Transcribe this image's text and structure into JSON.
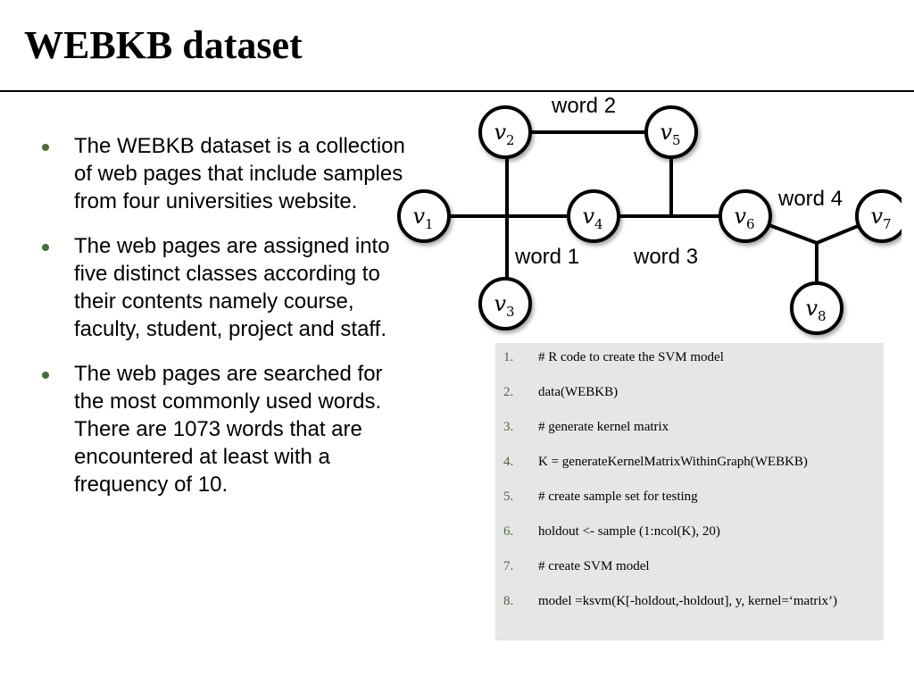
{
  "title": "WEBKB dataset",
  "bullets": [
    "The WEBKB dataset is a collection of web pages that include samples from four universities website.",
    "The web pages are assigned into five distinct classes according to their contents namely course, faculty, student, project and staff.",
    "The web pages are searched for the most commonly used words. There are 1073 words that are encountered at least with a frequency of 10."
  ],
  "graph": {
    "nodes": [
      {
        "id": "v1",
        "base": "v",
        "sub": "1"
      },
      {
        "id": "v2",
        "base": "v",
        "sub": "2"
      },
      {
        "id": "v3",
        "base": "v",
        "sub": "3"
      },
      {
        "id": "v4",
        "base": "v",
        "sub": "4"
      },
      {
        "id": "v5",
        "base": "v",
        "sub": "5"
      },
      {
        "id": "v6",
        "base": "v",
        "sub": "6"
      },
      {
        "id": "v7",
        "base": "v",
        "sub": "7"
      },
      {
        "id": "v8",
        "base": "v",
        "sub": "8"
      }
    ],
    "hyperedges": [
      {
        "label": "word 1",
        "nodes": [
          "v1",
          "v2",
          "v3",
          "v4"
        ]
      },
      {
        "label": "word 2",
        "nodes": [
          "v2",
          "v5"
        ]
      },
      {
        "label": "word 3",
        "nodes": [
          "v4",
          "v5",
          "v6"
        ]
      },
      {
        "label": "word 4",
        "nodes": [
          "v6",
          "v7",
          "v8"
        ]
      }
    ]
  },
  "code": [
    {
      "num": "1.",
      "text": "# R code to create the SVM model"
    },
    {
      "num": "2.",
      "text": "data(WEBKB)"
    },
    {
      "num": "3.",
      "text": "# generate kernel matrix"
    },
    {
      "num": "4.",
      "text": "K = generateKernelMatrixWithinGraph(WEBKB)"
    },
    {
      "num": "5.",
      "text": "# create sample set for testing"
    },
    {
      "num": "6.",
      "text": "holdout <- sample (1:ncol(K), 20)"
    },
    {
      "num": "7.",
      "text": "# create SVM model"
    },
    {
      "num": "8.",
      "text": "model =ksvm(K[-holdout,-holdout], y, kernel=‘matrix’)"
    }
  ],
  "colors": {
    "bullet": "#4a6b3a",
    "code_number": "#4a6b3a",
    "code_background": "#e6e6e6",
    "node_fill": "#ffffff",
    "edge": "#000000"
  }
}
